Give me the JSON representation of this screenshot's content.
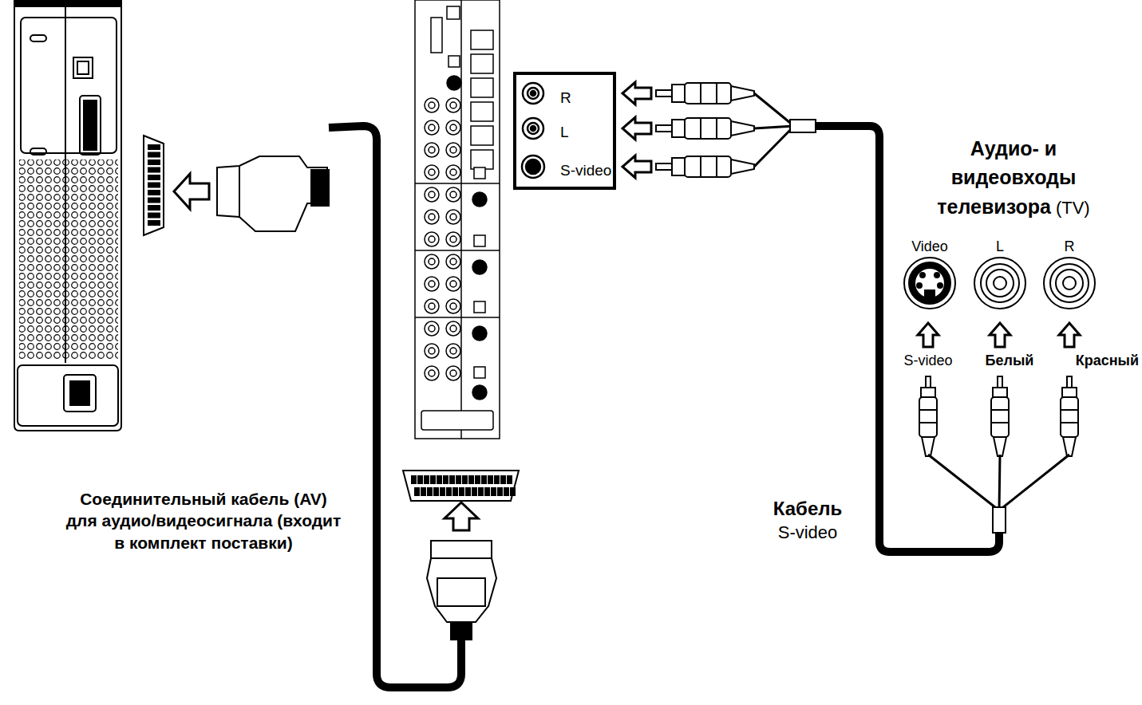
{
  "diagram": {
    "nodes": [
      {
        "text": [
          "R",
          "L",
          "S-video"
        ]
      }
    ],
    "labels": [
      "Аудио- и видеовходы телевизора",
      "(TV)",
      "Video",
      "L",
      "R",
      "S-video",
      "Белый",
      "Красный",
      "Кабель",
      "S-video",
      "Соединительный кабель (AV) для аудио/видеосигнала (входит в комплект поставки)"
    ]
  }
}
